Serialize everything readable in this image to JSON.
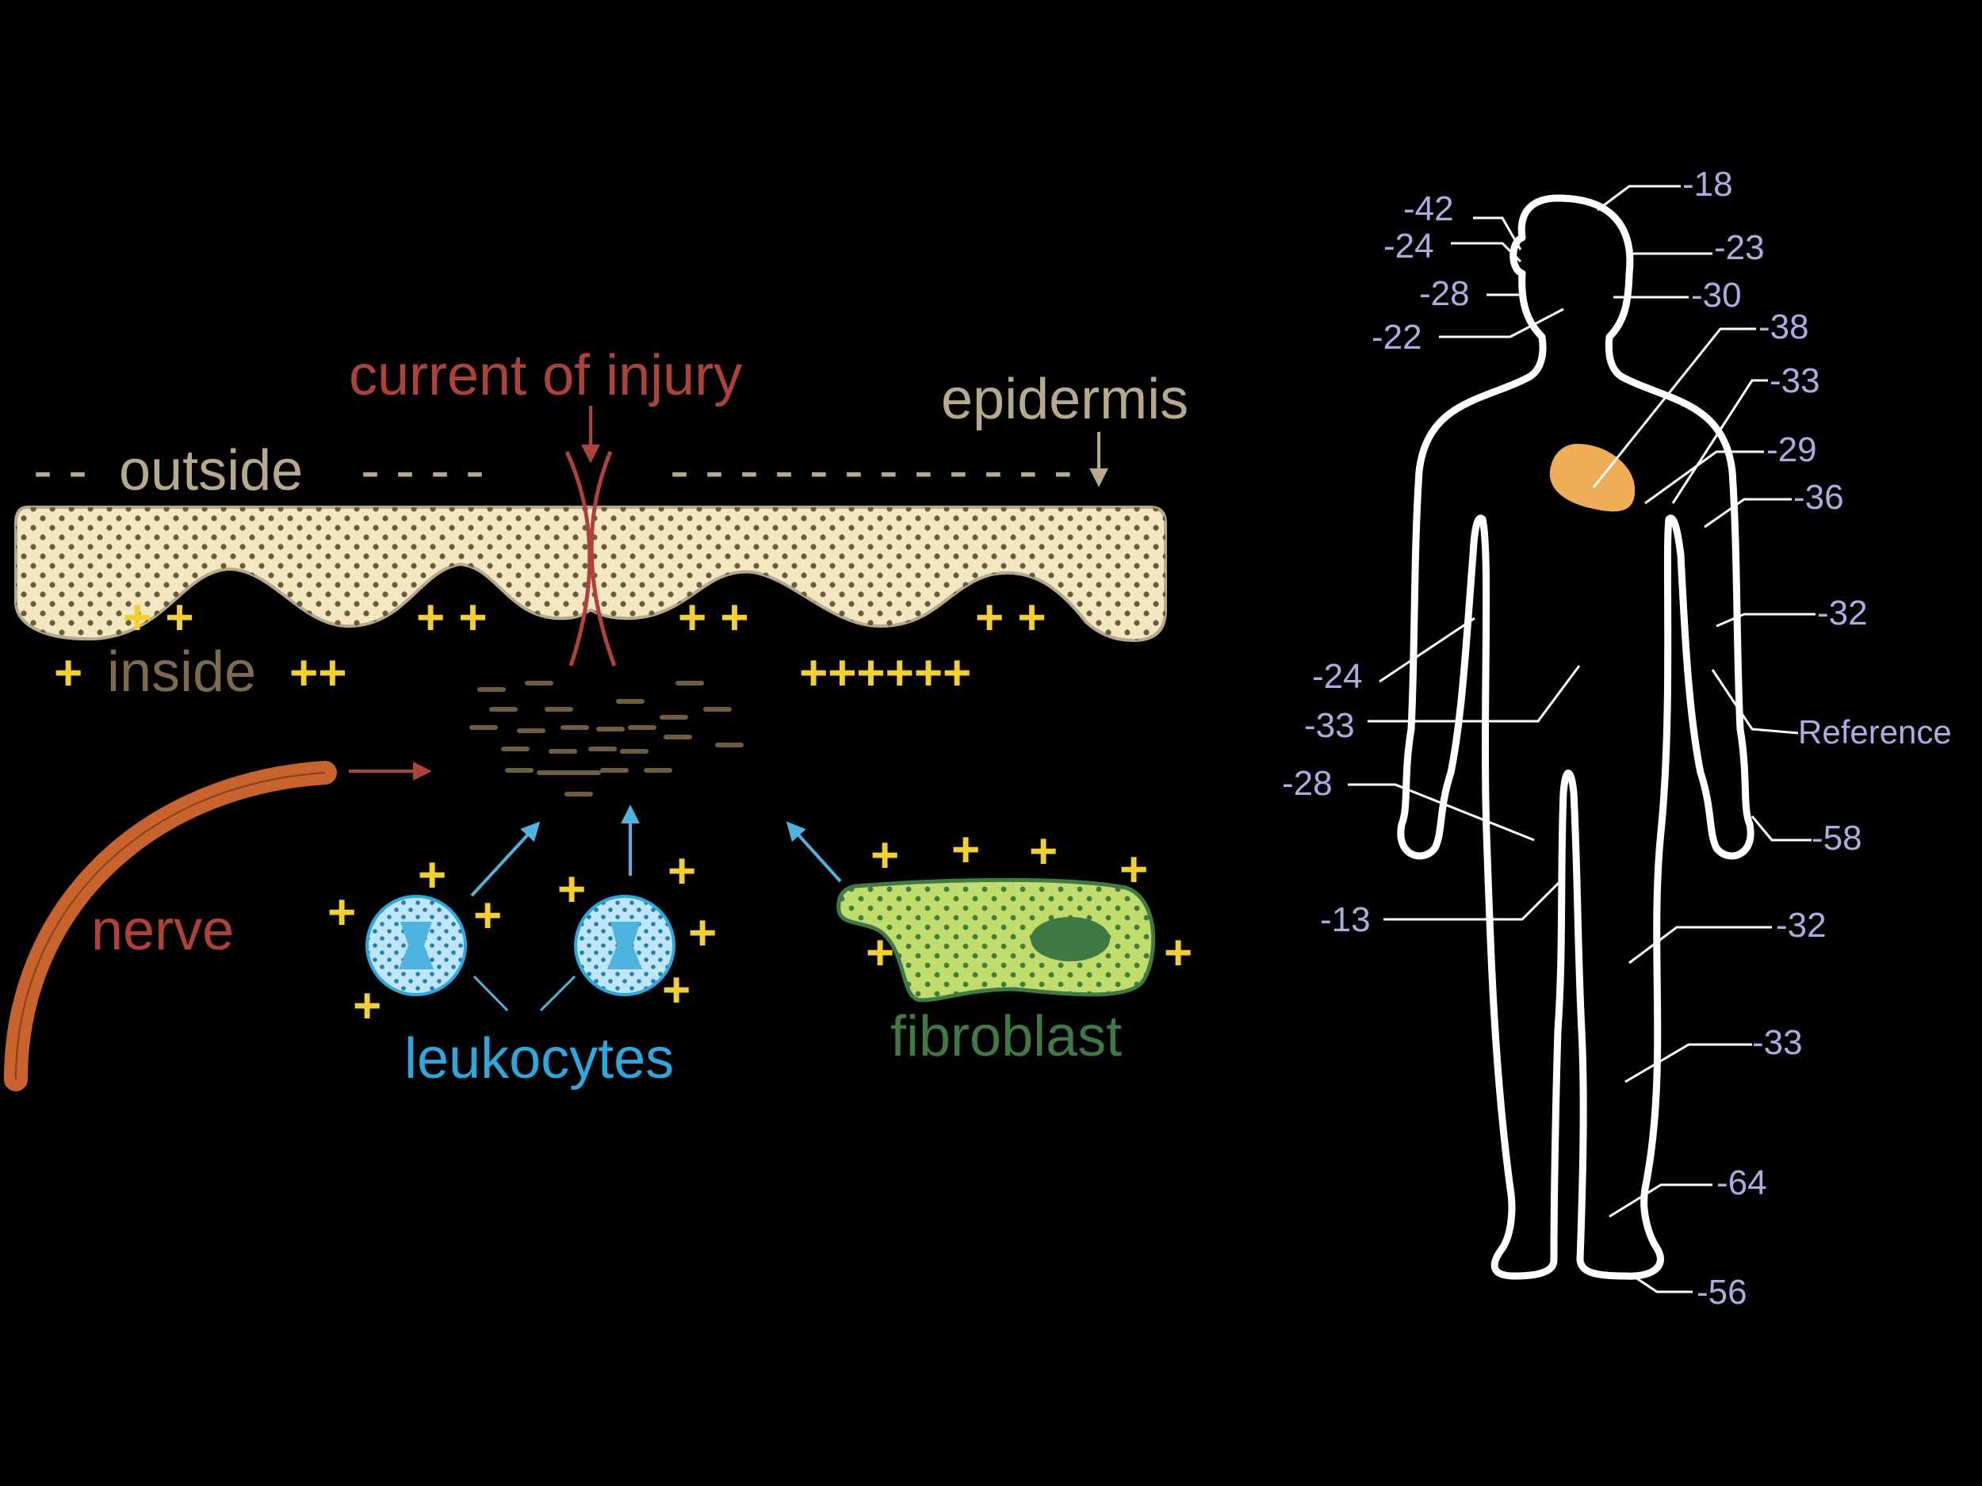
{
  "colors": {
    "background": "#000000",
    "injury": "#b0403a",
    "epidermis_label": "#b7a98c",
    "epidermis_fill": "#f3e7c2",
    "dots": "#6b5a3c",
    "plus": "#f2d12e",
    "inside_label": "#7d6c4c",
    "minus": "#6e5e3d",
    "nerve": "#c8632e",
    "leukocyte_blue": "#2aa9e0",
    "leukocyte_fill": "#bfe6f7",
    "fibroblast_green": "#3f7a44",
    "fibroblast_fill": "#c0dc6a",
    "heart": "#f0ad58",
    "body_outline": "#ffffff",
    "values": "#a9aee0"
  },
  "injury_diagram": {
    "current_of_injury": "current of injury",
    "epidermis": "epidermis",
    "outside": "outside",
    "inside": "inside",
    "nerve": "nerve",
    "leukocytes": "leukocytes",
    "fibroblast": "fibroblast",
    "plus_sign": "+",
    "plus_pair": "+ +",
    "plus_double": "++",
    "plus_row": "++++++",
    "dash_short": "- -",
    "dash_medium": "- - - -",
    "dash_long": "- - - - - - - - - - - -"
  },
  "body_map": {
    "values": [
      "-18",
      "-42",
      "-24",
      "-23",
      "-28",
      "-30",
      "-22",
      "-38",
      "-33",
      "-29",
      "-36",
      "-32",
      "-24",
      "-33",
      "Reference",
      "-28",
      "-58",
      "-13",
      "-32",
      "-33",
      "-64",
      "-56"
    ]
  }
}
